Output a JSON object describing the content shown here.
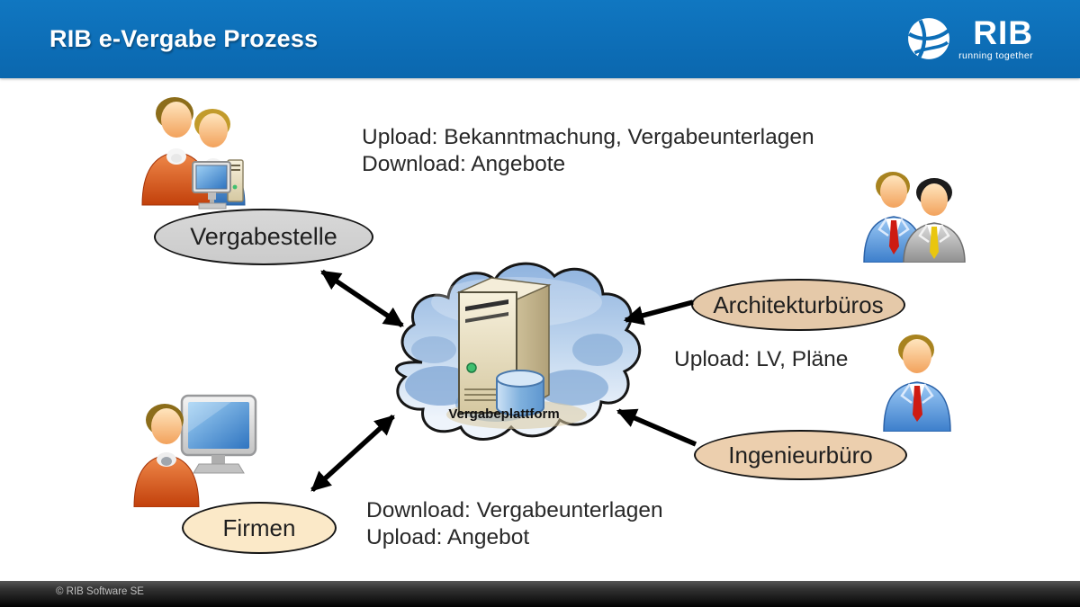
{
  "header": {
    "title": "RIB e-Vergabe Prozess",
    "logo_text": "RIB",
    "logo_tagline": "running together"
  },
  "nodes": {
    "vergabestelle": "Vergabestelle",
    "architekturbueros": "Architekturbüros",
    "ingenieurbuero": "Ingenieurbüro",
    "firmen": "Firmen",
    "plattform": "Vergabeplattform"
  },
  "flows": {
    "top": {
      "line1": "Upload: Bekanntmachung,  Vergabeunterlagen",
      "line2": "Download: Angebote"
    },
    "right": {
      "line1": "Upload: LV, Pläne"
    },
    "bottom": {
      "line1": "Download: Vergabeunterlagen",
      "line2": "Upload: Angebot"
    }
  },
  "footer": {
    "copyright": "© RIB Software  SE"
  },
  "icons": {
    "logo": "rib-ball-icon",
    "top_left": "office-workers-pair-icon",
    "right_top": "businessmen-pair-icon",
    "right_middle": "businessman-icon",
    "bottom_left": "user-with-computer-icon",
    "center": "cloud-server-icon"
  },
  "colors": {
    "header_blue": "#0d6eb7",
    "node_gray": "#d2d2d2",
    "node_tan": "#e5c9a9",
    "node_cream": "#fbe9c8",
    "cloud_blue": "#8fb3df",
    "footer_dark": "#1a1a1a",
    "arrow_black": "#000000"
  }
}
